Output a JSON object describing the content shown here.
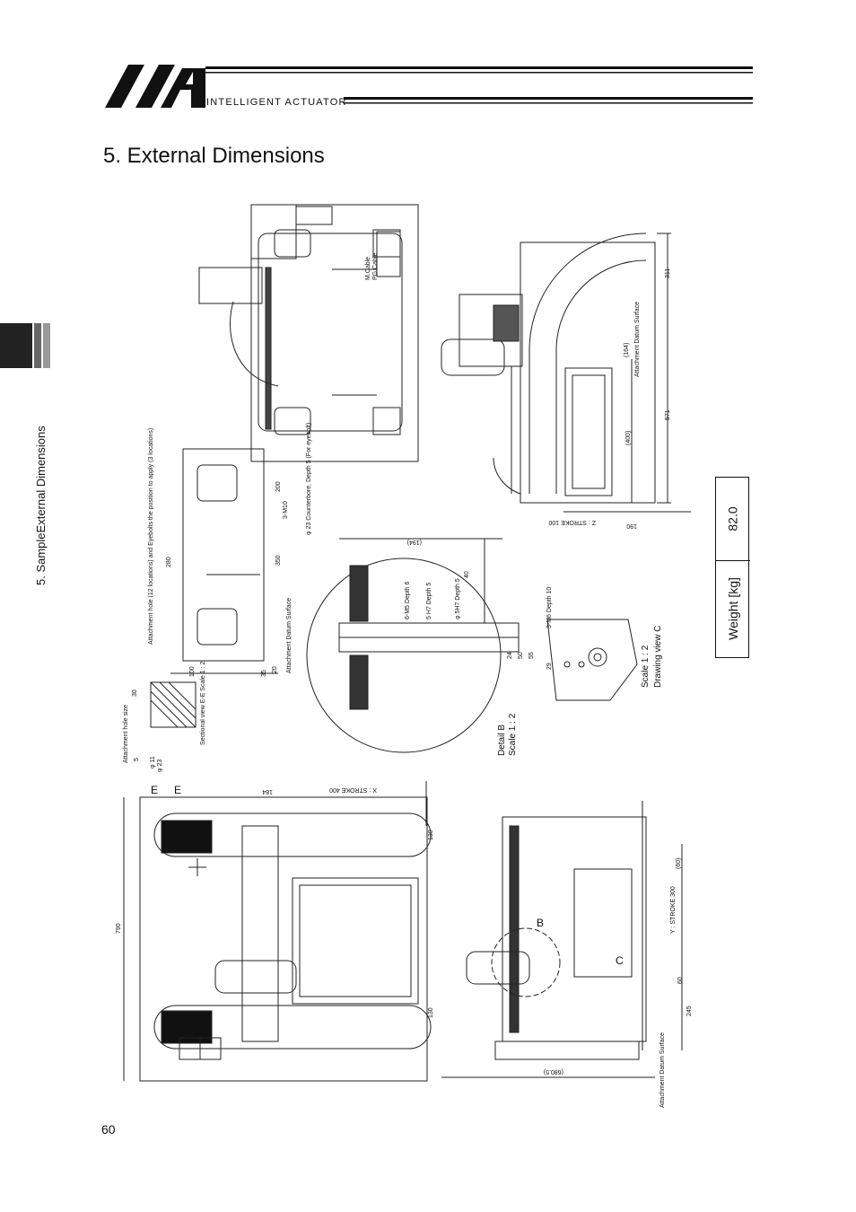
{
  "header": {
    "brand": "INTELLIGENT ACTUATOR"
  },
  "page_title": "5.  External Dimensions",
  "sidebar": {
    "section_label": "5. SampleExternal Dimensions"
  },
  "weight_table": {
    "header": "Weight [kg]",
    "value": "82.0"
  },
  "drawing_labels": {
    "m_cable": "M.Cable",
    "pg_cable": "PG.Cable",
    "attach_datum_top": "Attachment Datum Surface",
    "dim_164": "(164)",
    "dim_311": "311",
    "dim_571": "571",
    "dim_400": "(400)",
    "z_stroke": "Z : STROKE 100",
    "dim_190": "190",
    "attach_hole_note": "Attachment hole (12 locations) and Eyebolts the position to apply (3 locations)",
    "counterbore": "φ 23 Counterbore, Depth 5 (For eyebolt)",
    "dim_3m10": "3-M10",
    "attach_datum_surface": "Attachment Datum Surface",
    "dim_100": "100",
    "dim_200": "200",
    "dim_280": "280",
    "dim_350": "350",
    "dim_20": "20",
    "dim_35": "35",
    "hole_size": "Attachment hole size",
    "sectional_view": "Sectional view E-E Scale 1 : 2",
    "dim_30": "30",
    "dim_11": "φ 11",
    "dim_23": "φ 23",
    "dim_5": "5",
    "dim_194": "(194)",
    "m5_depth": "6-M5 Depth 6",
    "h7_depth": "5 H7 Depth 5",
    "dim_5h7": "φ 5H7 Depth 5",
    "dim_40": "40",
    "dim_24": "24",
    "dim_50": "50",
    "dim_55": "55",
    "detail_b": "Detail B",
    "scale_12": "Scale 1 : 2",
    "m6_depth": "3-M6 Depth 10",
    "dim_29": "29",
    "scale_c": "Scale 1 : 2",
    "drawing_c": "Drawing view C",
    "x_stroke": "X : STROKE 400",
    "dim_184": "184",
    "dim_790": "790",
    "dim_130": "130",
    "dim_680": "(680.5)",
    "y_stroke": "Y : STROKE 300",
    "dim_60p": "(60)",
    "dim_60": "60",
    "dim_245": "245",
    "attach_datum_bottom": "Attachment Datum Surface",
    "label_e": "E",
    "label_b": "B",
    "label_c": "C"
  },
  "page_number": "60"
}
